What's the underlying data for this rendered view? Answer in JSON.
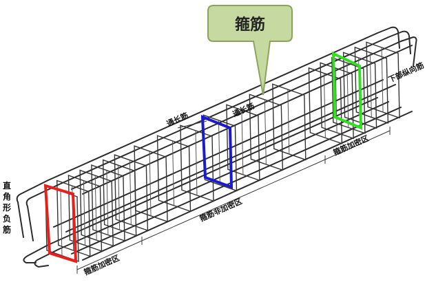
{
  "callout": {
    "label": "箍筋",
    "fill": "#c6d9a0",
    "stroke": "#8aa55a"
  },
  "labels": {
    "through_bar_left": "通长筋",
    "through_bar_right": "通长筋",
    "bottom_longitudinal": "下部纵向筋",
    "right_angle_negative": [
      "直",
      "角",
      "形",
      "负",
      "筋"
    ],
    "dense_zone_left": "箍筋加密区",
    "non_dense_zone": "箍筋非加密区",
    "dense_zone_right": "箍筋加密区"
  },
  "highlight_colors": {
    "red": "#e8201c",
    "blue": "#1a1ad0",
    "green": "#33dd22"
  }
}
